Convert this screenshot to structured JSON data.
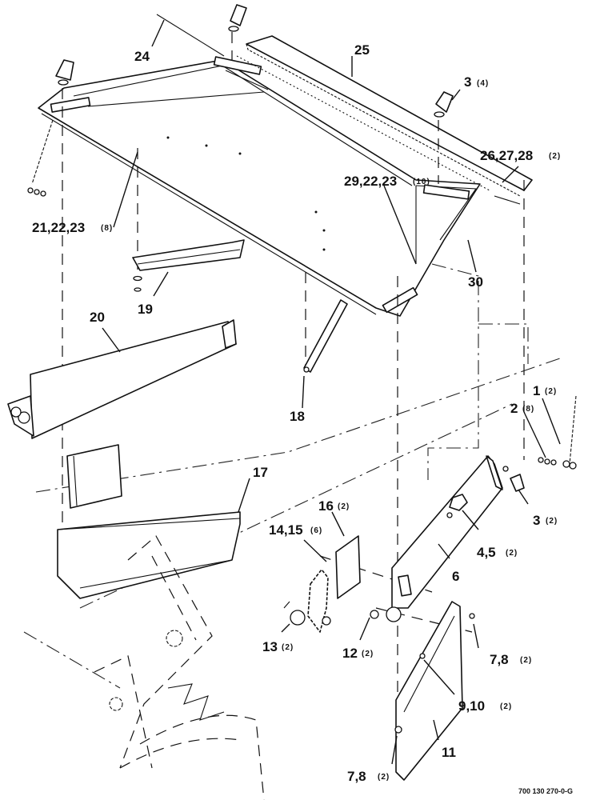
{
  "callouts": [
    {
      "id": "c24",
      "num": "24",
      "qty": ""
    },
    {
      "id": "c25",
      "num": "25",
      "qty": ""
    },
    {
      "id": "c3a",
      "num": "3",
      "qty": "(4)"
    },
    {
      "id": "c26",
      "num": "26,27,28",
      "qty": "(2)"
    },
    {
      "id": "c29",
      "num": "29,22,23",
      "qty": "(10)"
    },
    {
      "id": "c21",
      "num": "21,22,23",
      "qty": "(8)"
    },
    {
      "id": "c30",
      "num": "30",
      "qty": ""
    },
    {
      "id": "c19",
      "num": "19",
      "qty": ""
    },
    {
      "id": "c20",
      "num": "20",
      "qty": ""
    },
    {
      "id": "c18",
      "num": "18",
      "qty": ""
    },
    {
      "id": "c1",
      "num": "1",
      "qty": "(2)"
    },
    {
      "id": "c2",
      "num": "2",
      "qty": "(8)"
    },
    {
      "id": "c17",
      "num": "17",
      "qty": ""
    },
    {
      "id": "c16",
      "num": "16",
      "qty": "(2)"
    },
    {
      "id": "c14",
      "num": "14,15",
      "qty": "(6)"
    },
    {
      "id": "c3b",
      "num": "3",
      "qty": "(2)"
    },
    {
      "id": "c4",
      "num": "4,5",
      "qty": "(2)"
    },
    {
      "id": "c6",
      "num": "6",
      "qty": ""
    },
    {
      "id": "c13",
      "num": "13",
      "qty": "(2)"
    },
    {
      "id": "c12",
      "num": "12",
      "qty": "(2)"
    },
    {
      "id": "c7a",
      "num": "7,8",
      "qty": "(2)"
    },
    {
      "id": "c9",
      "num": "9,10",
      "qty": "(2)"
    },
    {
      "id": "c11",
      "num": "11",
      "qty": ""
    },
    {
      "id": "c7b",
      "num": "7,8",
      "qty": "(2)"
    }
  ],
  "drawing_ref": "700 130 270-0-G"
}
